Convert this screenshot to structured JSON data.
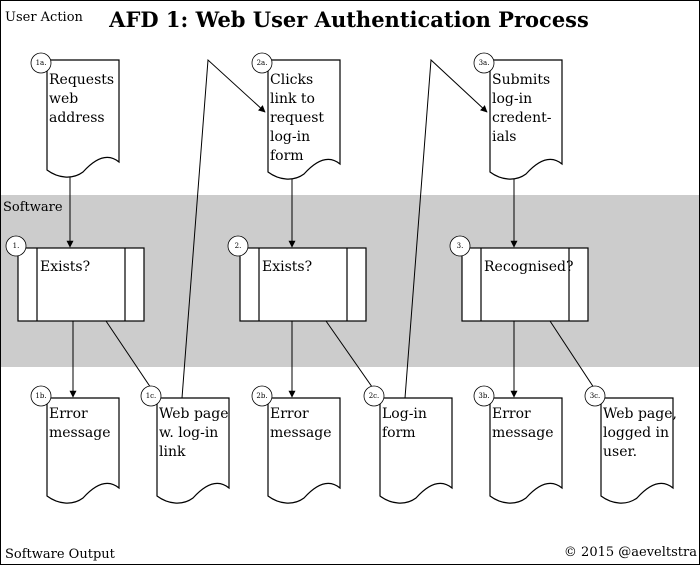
{
  "title": "AFD 1: Web User Authentication Process",
  "lanes": {
    "top": "User Action",
    "middle": "Software",
    "bottom": "Software Output"
  },
  "copyright": "© 2015 @aeveltstra",
  "colors": {
    "software_band": "#cccccc",
    "stroke": "#000000",
    "background": "#ffffff"
  },
  "user_actions": [
    {
      "id": "1a.",
      "lines": [
        "Requests",
        "web",
        "address"
      ]
    },
    {
      "id": "2a.",
      "lines": [
        "Clicks",
        "link to",
        "request",
        "log-in",
        "form"
      ]
    },
    {
      "id": "3a.",
      "lines": [
        "Submits",
        "log-in",
        "credent-",
        "ials"
      ]
    }
  ],
  "processes": [
    {
      "id": "1.",
      "label": "Exists?"
    },
    {
      "id": "2.",
      "label": "Exists?"
    },
    {
      "id": "3.",
      "label": "Recognised?"
    }
  ],
  "outputs": [
    {
      "id": "1b.",
      "lines": [
        "Error",
        "message"
      ]
    },
    {
      "id": "1c.",
      "lines": [
        "Web page",
        "w. log-in",
        "link"
      ]
    },
    {
      "id": "2b.",
      "lines": [
        "Error",
        "message"
      ]
    },
    {
      "id": "2c.",
      "lines": [
        "Log-in",
        "form"
      ]
    },
    {
      "id": "3b.",
      "lines": [
        "Error",
        "message"
      ]
    },
    {
      "id": "3c.",
      "lines": [
        "Web page,",
        "logged in",
        "user."
      ]
    }
  ]
}
